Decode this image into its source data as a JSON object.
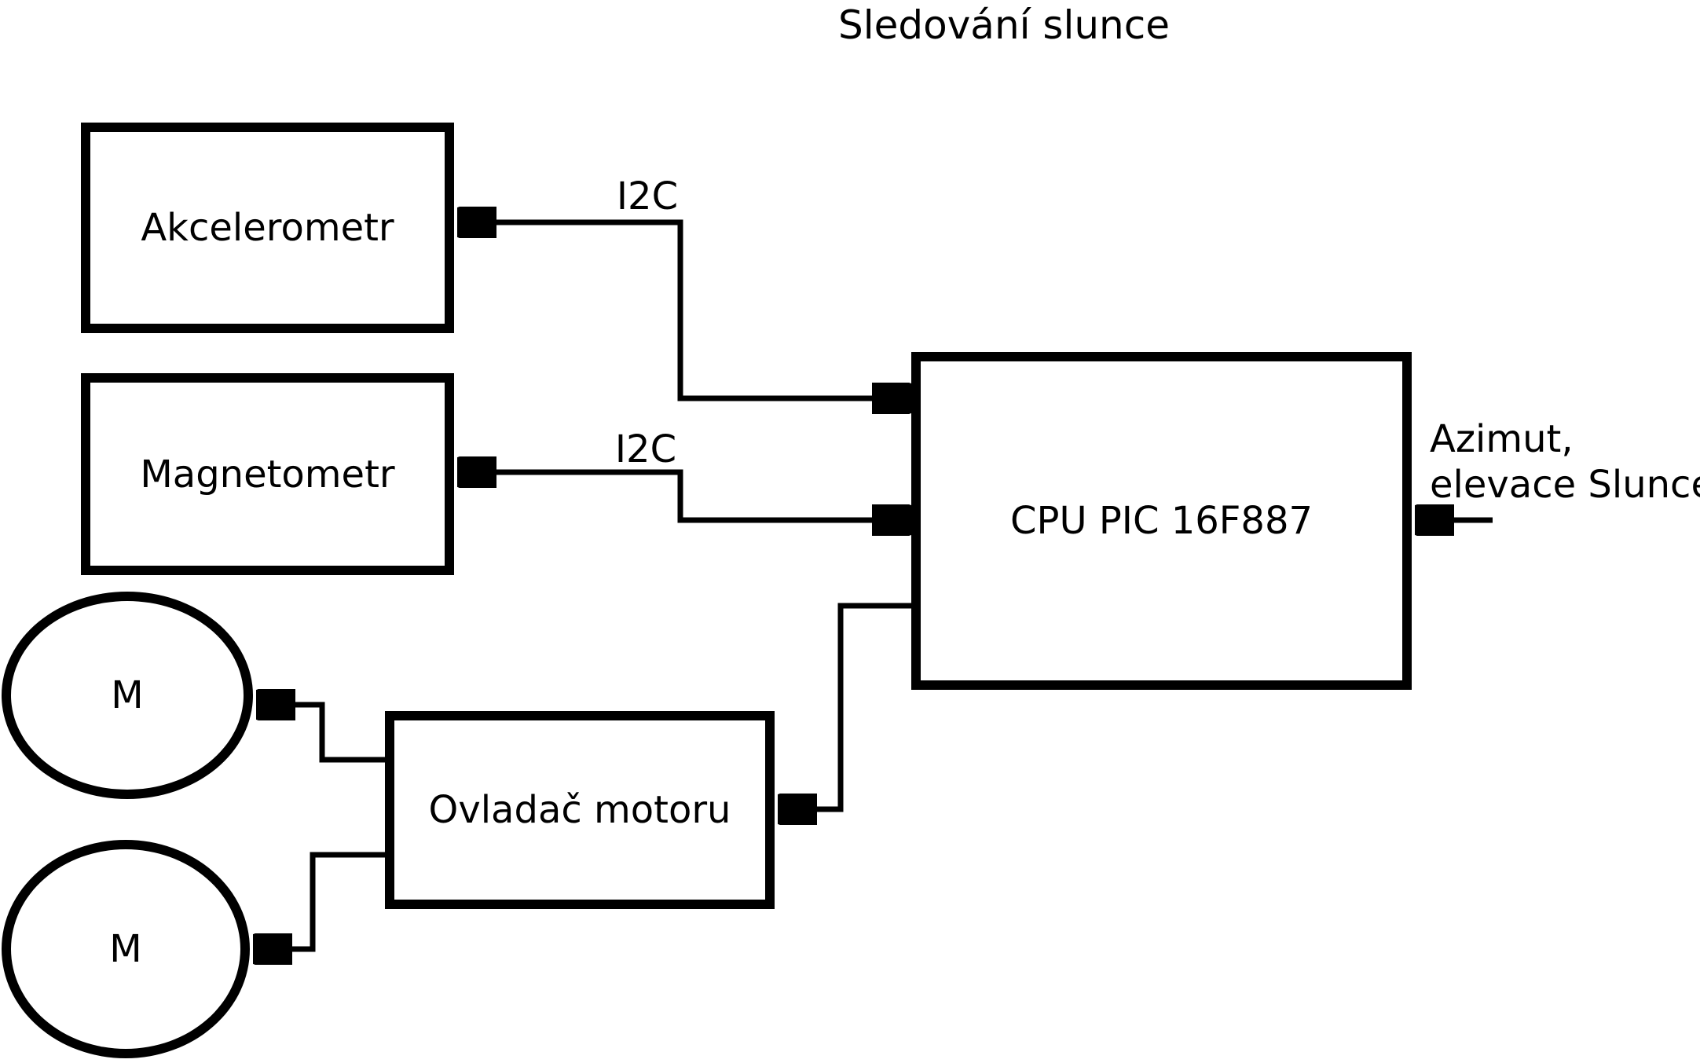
{
  "title": "Sledování slunce",
  "colors": {
    "ink": "#000000",
    "background": "#ffffff"
  },
  "boxes": {
    "accelerometer": {
      "label": "Akcelerometr"
    },
    "magnetometer": {
      "label": "Magnetometr"
    },
    "cpu": {
      "label": "CPU PIC 16F887"
    },
    "motor_driver": {
      "label": "Ovladač motoru"
    }
  },
  "motors": {
    "motor1": {
      "label": "M"
    },
    "motor2": {
      "label": "M"
    }
  },
  "connections": {
    "i2c_accelerometer": {
      "label": "I2C"
    },
    "i2c_magnetometer": {
      "label": "I2C"
    },
    "sun_input": {
      "label_line1": "Azimut,",
      "label_line2": "elevace Slunce"
    }
  }
}
